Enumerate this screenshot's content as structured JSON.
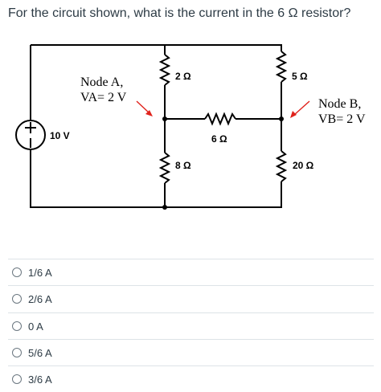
{
  "question": {
    "text": "For the circuit shown, what is the current in the 6 Ω resistor?"
  },
  "circuit": {
    "source_label": "10 V",
    "r_top_left": "2 Ω",
    "r_top_right": "5 Ω",
    "r_middle": "6 Ω",
    "r_bottom_left": "8 Ω",
    "r_bottom_right": "20 Ω",
    "node_a_title": "Node A,",
    "node_a_voltage": "VA= 2 V",
    "node_b_title": "Node B,",
    "node_b_voltage": "VB= 2 V",
    "arrow_color": "#e0231c"
  },
  "options": [
    {
      "label": "1/6 A"
    },
    {
      "label": "2/6 A"
    },
    {
      "label": "0 A"
    },
    {
      "label": "5/6 A"
    },
    {
      "label": "3/6 A"
    }
  ]
}
